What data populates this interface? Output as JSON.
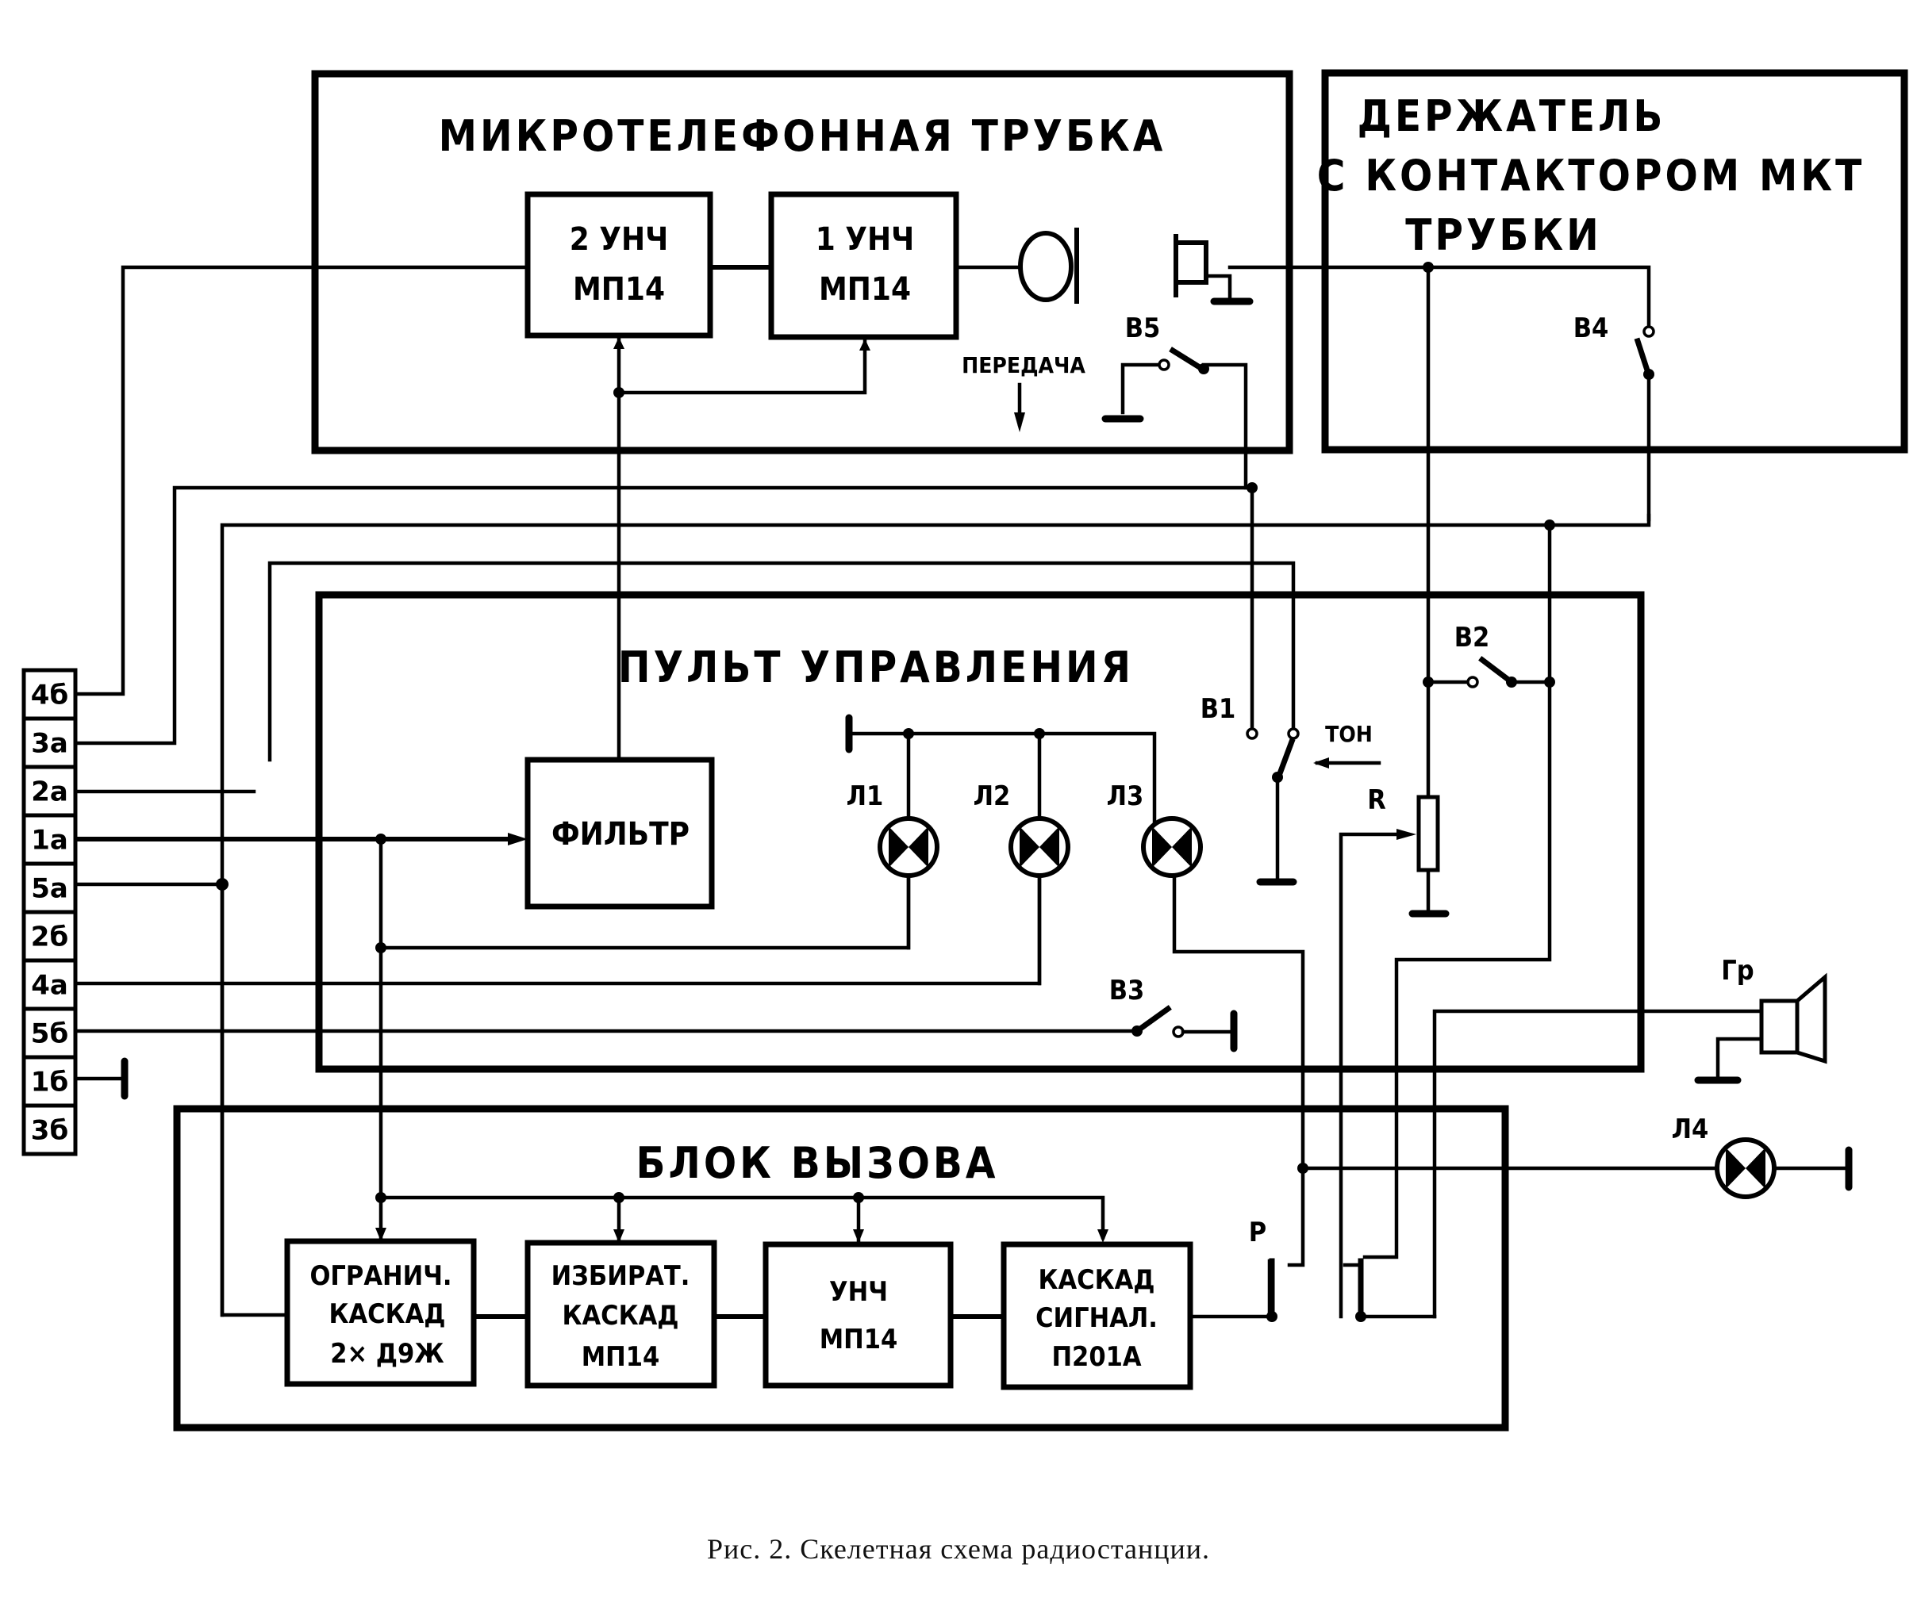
{
  "diagram": {
    "caption": "Рис. 2. Скелетная схема радиостанции.",
    "blocks": {
      "handset": {
        "title": "МИКРОТЕЛЕФОННАЯ ТРУБКА",
        "amp2": {
          "line1": "2 УНЧ",
          "line2": "МП14"
        },
        "amp1": {
          "line1": "1 УНЧ",
          "line2": "МП14"
        },
        "transmit_label": "ПЕРЕДАЧА",
        "switch_b5": "В5"
      },
      "holder": {
        "title_line1": "ДЕРЖАТЕЛЬ",
        "title_line2": "С КОНТАКТОРОМ МКТ",
        "title_line3": "ТРУБКИ",
        "switch_b4": "В4"
      },
      "control_panel": {
        "title": "ПУЛЬТ УПРАВЛЕНИЯ",
        "filter": "ФИЛЬТР",
        "lamps": [
          "Л1",
          "Л2",
          "Л3"
        ],
        "switch_b1": "В1",
        "switch_b2": "В2",
        "switch_b3": "В3",
        "tone_label": "ТОН",
        "resistor": "R"
      },
      "call_unit": {
        "title": "БЛОК ВЫЗОВА",
        "stages": [
          {
            "line1": "ОГРАНИЧ.",
            "line2": "КАСКАД",
            "line3": "2× Д9Ж"
          },
          {
            "line1": "ИЗБИРАТ.",
            "line2": "КАСКАД",
            "line3": "МП14"
          },
          {
            "line1": "УНЧ",
            "line2": "МП14",
            "line3": ""
          },
          {
            "line1": "КАСКАД",
            "line2": "СИГНАЛ.",
            "line3": "П201А"
          }
        ],
        "relay": "Р"
      }
    },
    "external": {
      "loudspeaker": "Гр",
      "lamp_l4": "Л4"
    },
    "connector_pins": [
      "4б",
      "3а",
      "2а",
      "1а",
      "5а",
      "2б",
      "4а",
      "5б",
      "1б",
      "3б"
    ]
  }
}
